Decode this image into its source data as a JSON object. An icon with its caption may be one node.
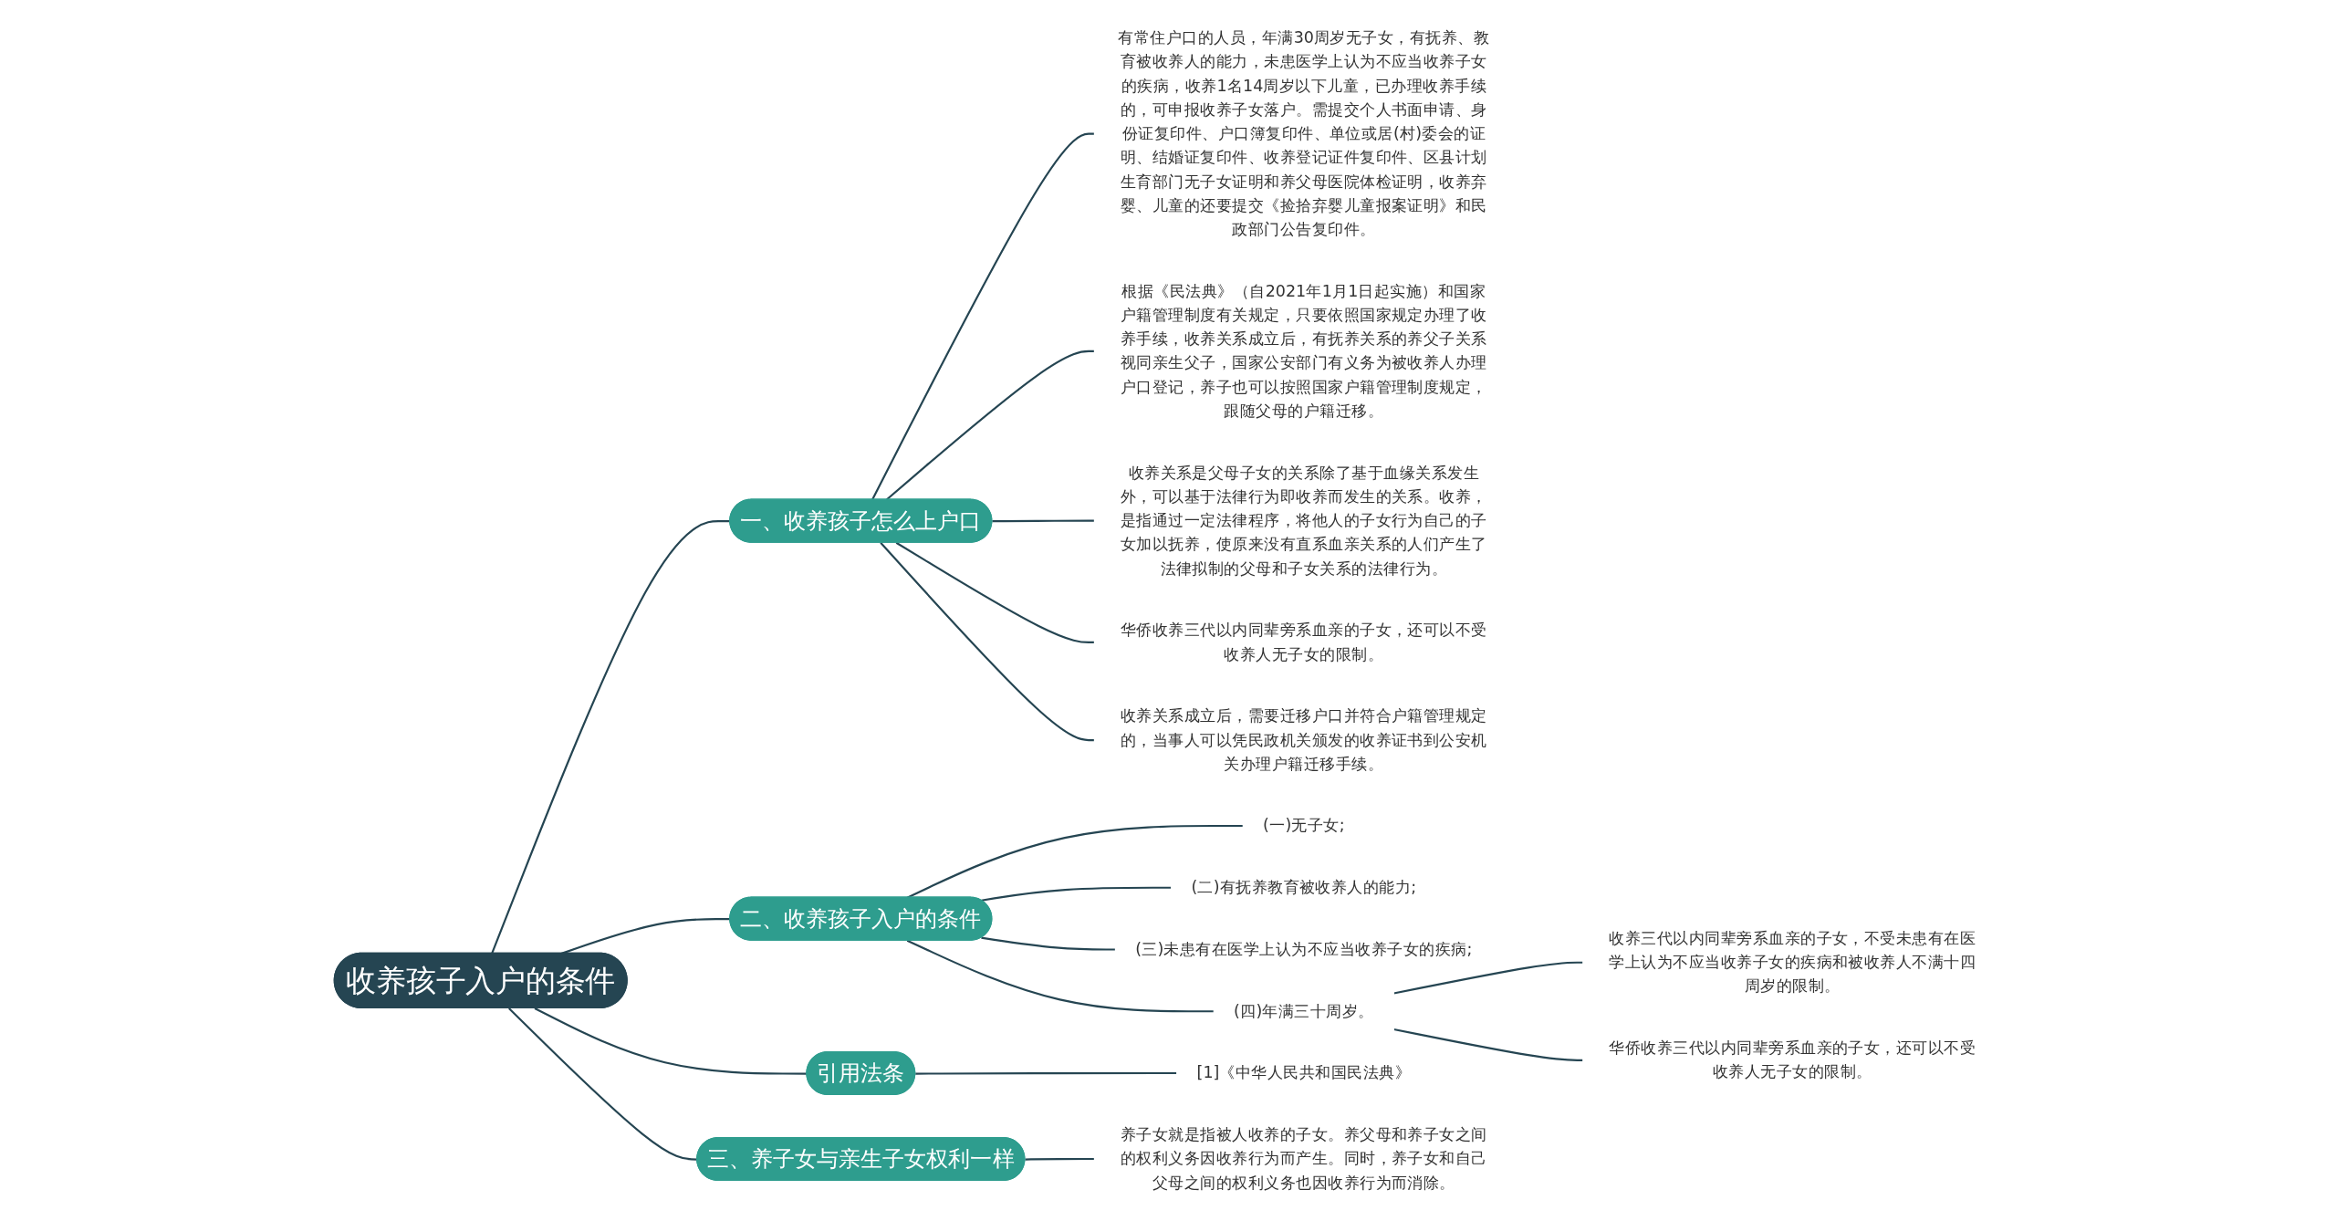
{
  "diagram": {
    "nodes": [
      {
        "text": [
          "收养孩子入户的条件"
        ]
      },
      {
        "text": [
          "一、收养孩子怎么上户口"
        ]
      },
      {
        "text": [
          "有常住户口的人员，年满30周岁无子女，有抚养、教育被收养人的能力，未患医学上认为不应当收养子女的疾病，收养1名14周岁以下儿童，已办理收养手续的，可申报收养子女落户。需提交个人书面申请、身份证复印件、户口簿复印件、单位或居(村)委会的证明、结婚证复印件、收养登记证件复印件、区县计划生育部门无子女证明和养父母医院体检证明，收养弃婴、儿童的还要提交《捡拾弃婴儿童报案证明》和民政部门公告复印件。"
        ]
      },
      {
        "text": [
          "根据《民法典》（自2021年1月1日起实施）和国家户籍管理制度有关规定，只要依照国家规定办理了收养手续，收养关系成立后，有抚养关系的养父子关系视同亲生父子，国家公安部门有义务为被收养人办理户口登记，养子也可以按照国家户籍管理制度规定，跟随父母的户籍迁移。"
        ]
      },
      {
        "text": [
          "收养关系是父母子女的关系除了基于血缘关系发生外，可以基于法律行为即收养而发生的关系。收养，是指通过一定法律程序，将他人的子女行为自己的子女加以抚养，使原来没有直系血亲关系的人们产生了法律拟制的父母和子女关系的法律行为。"
        ]
      },
      {
        "text": [
          "华侨收养三代以内同辈旁系血亲的子女，还可以不受收养人无子女的限制。"
        ]
      },
      {
        "text": [
          "收养关系成立后，需要迁移户口并符合户籍管理规定的，当事人可以凭民政机关颁发的收养证书到公安机关办理户籍迁移手续。"
        ]
      },
      {
        "text": [
          "二、收养孩子入户的条件"
        ]
      },
      {
        "text": [
          "(一)无子女;"
        ]
      },
      {
        "text": [
          "(二)有抚养教育被收养人的能力;"
        ]
      },
      {
        "text": [
          "(三)未患有在医学上认为不应当收养子女的疾病;"
        ]
      },
      {
        "text": [
          "(四)年满三十周岁。"
        ]
      },
      {
        "text": [
          "收养三代以内同辈旁系血亲的子女，不受未患有在医学上认为不应当收养子女的疾病和被收养人不满十四周岁的限制。"
        ]
      },
      {
        "text": [
          "华侨收养三代以内同辈旁系血亲的子女，还可以不受收养人无子女的限制。"
        ]
      },
      {
        "text": [
          "引用法条"
        ]
      },
      {
        "text": [
          "[1]《中华人民共和国民法典》"
        ]
      },
      {
        "text": [
          "三、养子女与亲生子女权利一样"
        ]
      },
      {
        "text": [
          "养子女就是指被人收养的子女。养父母和养子女之间的权利义务因收养行为而产生。同时，养子女和自己父母之间的权利义务也因收养行为而消除。"
        ]
      }
    ],
    "edges": [
      {
        "from": 0,
        "to": 1,
        "arrow": "none"
      },
      {
        "from": 1,
        "to": 2,
        "arrow": "none"
      },
      {
        "from": 1,
        "to": 3,
        "arrow": "none"
      },
      {
        "from": 1,
        "to": 4,
        "arrow": "none"
      },
      {
        "from": 1,
        "to": 5,
        "arrow": "none"
      },
      {
        "from": 1,
        "to": 6,
        "arrow": "none"
      },
      {
        "from": 0,
        "to": 7,
        "arrow": "none"
      },
      {
        "from": 7,
        "to": 8,
        "arrow": "none"
      },
      {
        "from": 7,
        "to": 9,
        "arrow": "none"
      },
      {
        "from": 7,
        "to": 10,
        "arrow": "none"
      },
      {
        "from": 7,
        "to": 11,
        "arrow": "none"
      },
      {
        "from": 11,
        "to": 12,
        "arrow": "none"
      },
      {
        "from": 11,
        "to": 13,
        "arrow": "none"
      },
      {
        "from": 0,
        "to": 14,
        "arrow": "none"
      },
      {
        "from": 14,
        "to": 15,
        "arrow": "none"
      },
      {
        "from": 0,
        "to": 16,
        "arrow": "none"
      },
      {
        "from": 16,
        "to": 17,
        "arrow": "none"
      }
    ]
  }
}
